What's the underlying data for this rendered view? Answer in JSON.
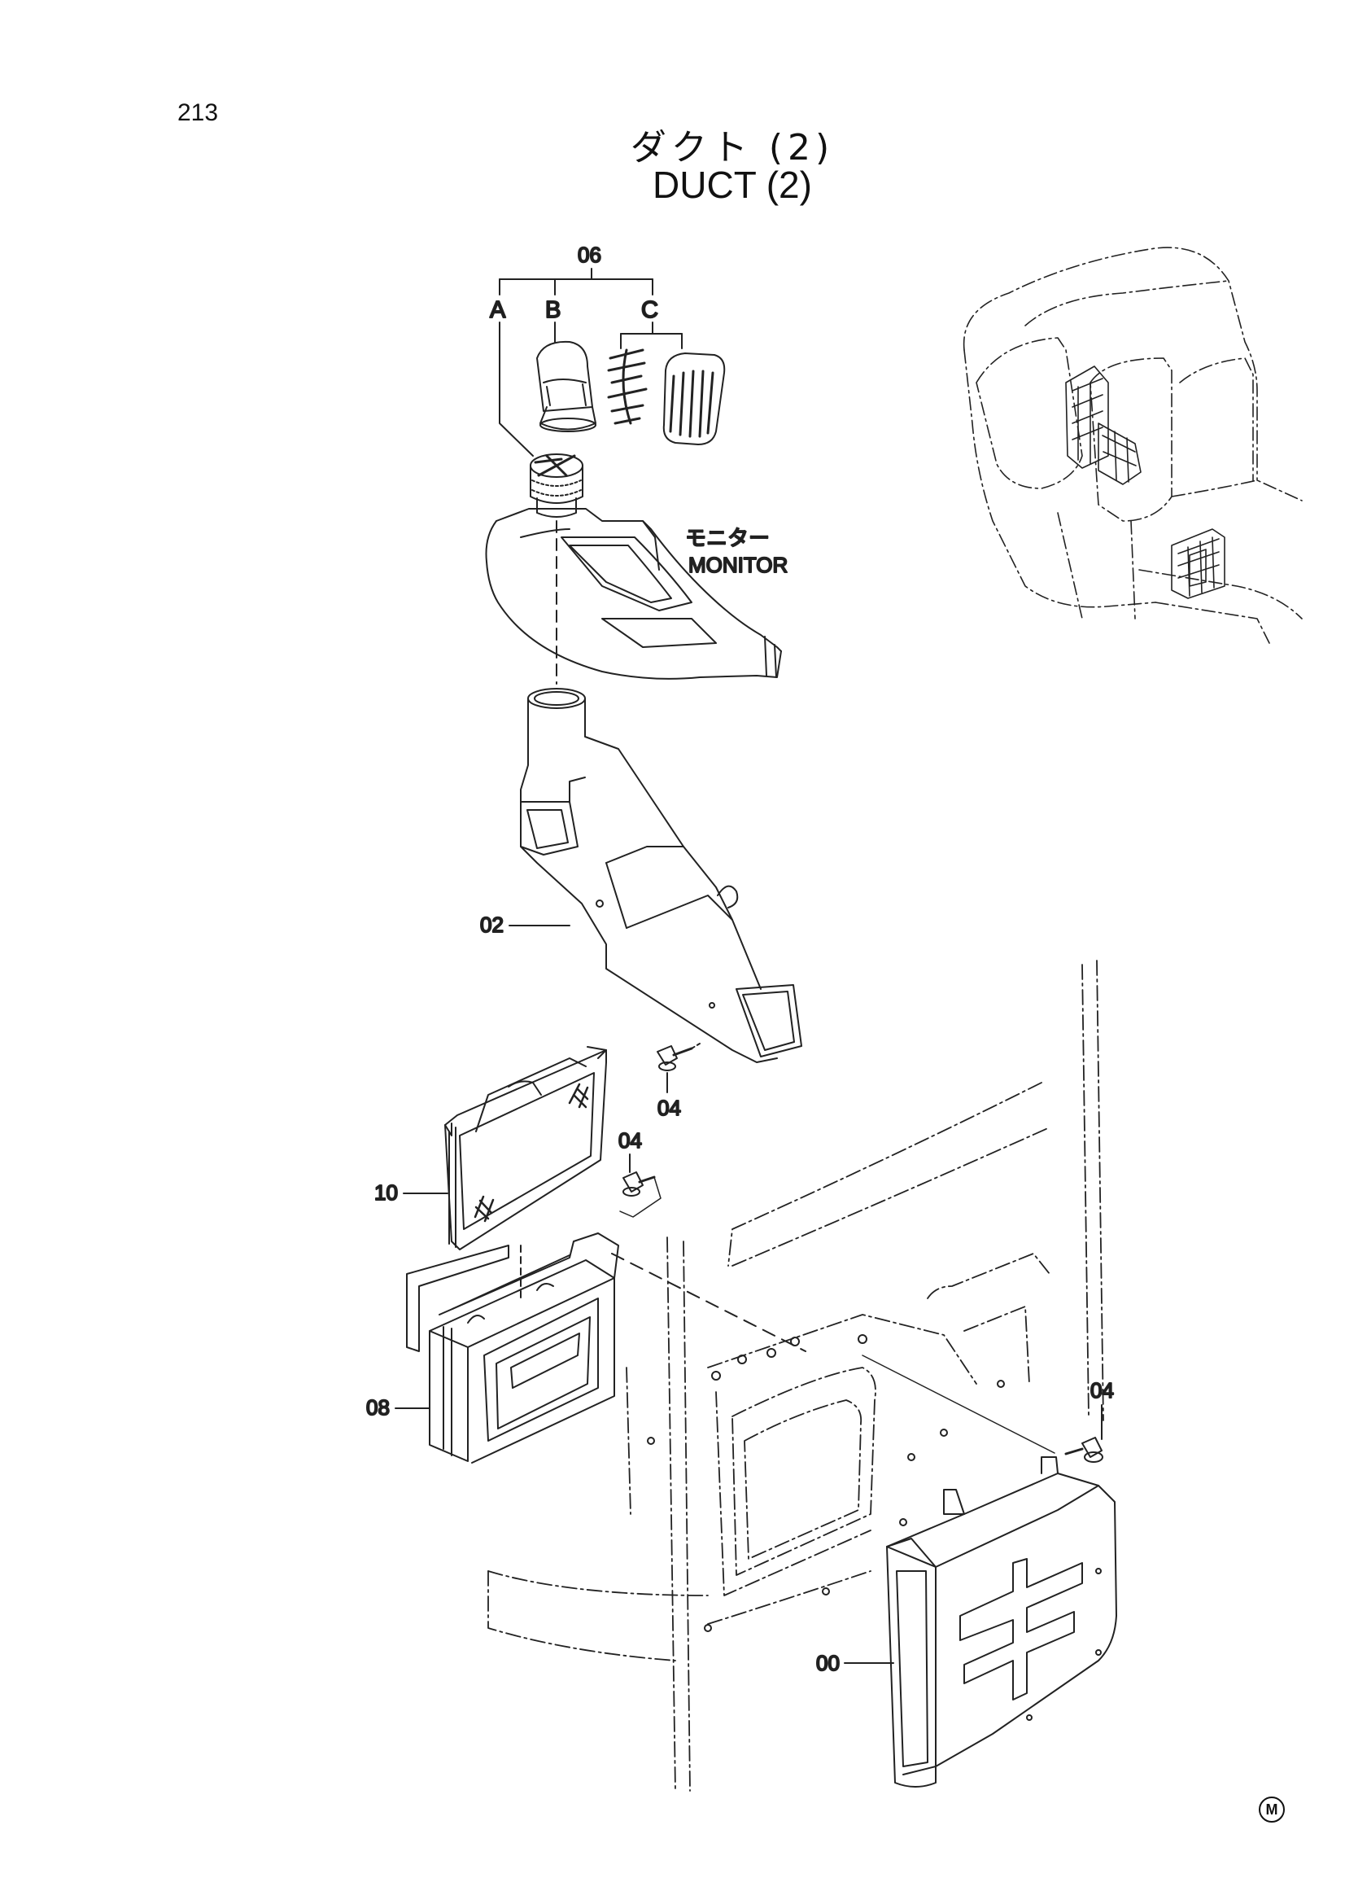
{
  "page": {
    "number": "213",
    "title_jp": "ダクト (2)",
    "title_en": "DUCT (2)",
    "mark": "M"
  },
  "callouts": {
    "assy_06": "06",
    "sub_a": "A",
    "sub_b": "B",
    "sub_c": "C",
    "part_02": "02",
    "part_04_upper": "04",
    "part_04_mid": "04",
    "part_04_right": "04",
    "part_10": "10",
    "part_08": "08",
    "part_00": "00"
  },
  "monitor": {
    "label_jp": "モニター",
    "label_en": "MONITOR"
  }
}
